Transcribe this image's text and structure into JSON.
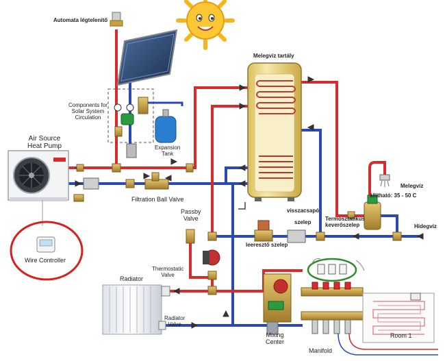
{
  "labels": {
    "auto_vent": "Automata légtelenítő",
    "solar_components": "Components for\nSolar System\nCirculation",
    "expansion_tank": "Expansion\nTank",
    "air_source": "Air Source\nHeat Pump",
    "filtration": "Filtration Ball Valve",
    "tank": "Melegvíz tartály",
    "passby": "Passby\nValve",
    "check_valve_1": "visszacsapó",
    "check_valve_2": "szelep",
    "pressure_reducer": "leeresztő szelep",
    "thermostatic_mixer": "Termosztatikus\nkeverőszelep",
    "hot_water_1": "Melegvíz",
    "hot_water_2": "állítható: 35 - 50 C",
    "cold_water": "Hidegvíz",
    "radiator": "Radiator",
    "thermostatic_valve": "Thermostatic\nValve",
    "radiator_valve": "Radiator\nValve",
    "wire_controller": "Wire Controller",
    "mixing_center": "Mixing\nCenter",
    "manifold": "Manifold",
    "room": "Room 1"
  },
  "colors": {
    "hot_pipe": "#d92b2b",
    "cold_pipe": "#2a49b5",
    "tank_body": "#eed98a",
    "controller_ring": "#d61f1f",
    "manifold_ring": "#2e8b2e",
    "sun": "#f6b51a"
  }
}
